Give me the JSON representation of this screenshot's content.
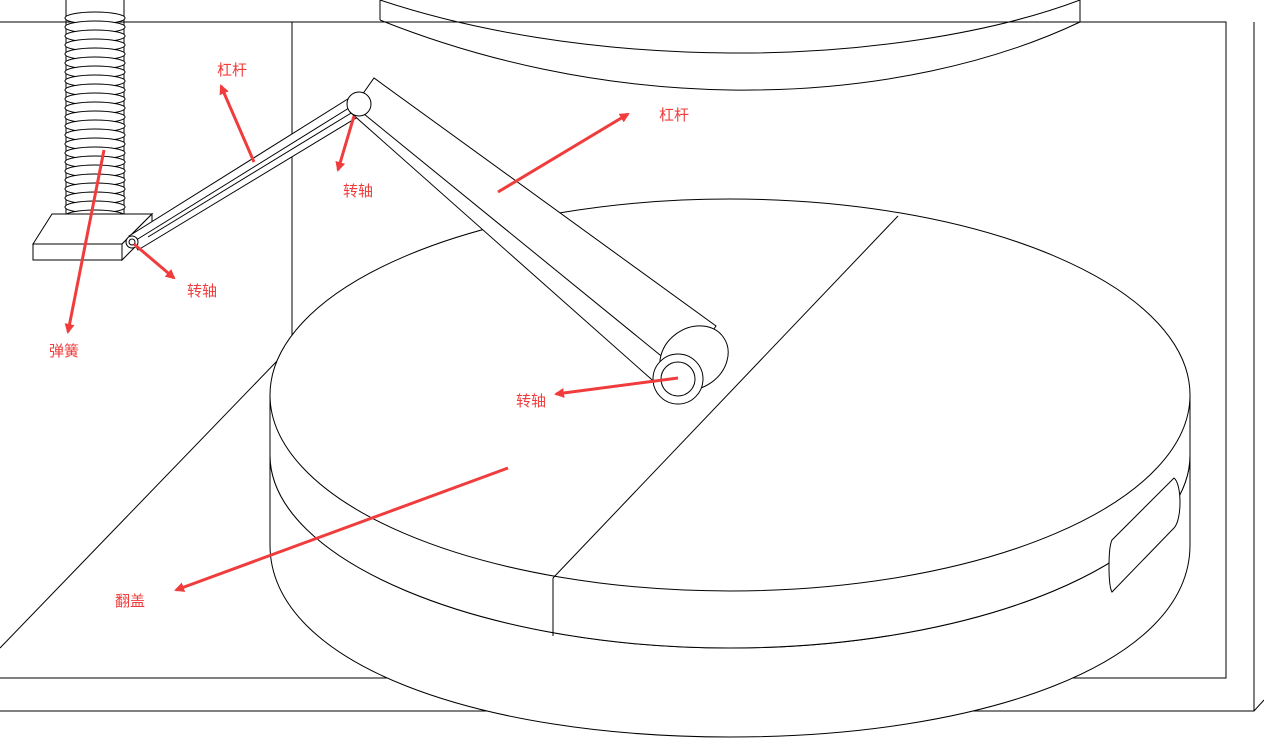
{
  "colors": {
    "line": "#000000",
    "annotation": "#f03c3c",
    "background": "#ffffff"
  },
  "labels": {
    "lever_left": "杠杆",
    "lever_right": "杠杆",
    "pivot_top": "转轴",
    "pivot_base": "转轴",
    "pivot_lid": "转轴",
    "spring": "弹簧",
    "flip_lid": "翻盖"
  }
}
